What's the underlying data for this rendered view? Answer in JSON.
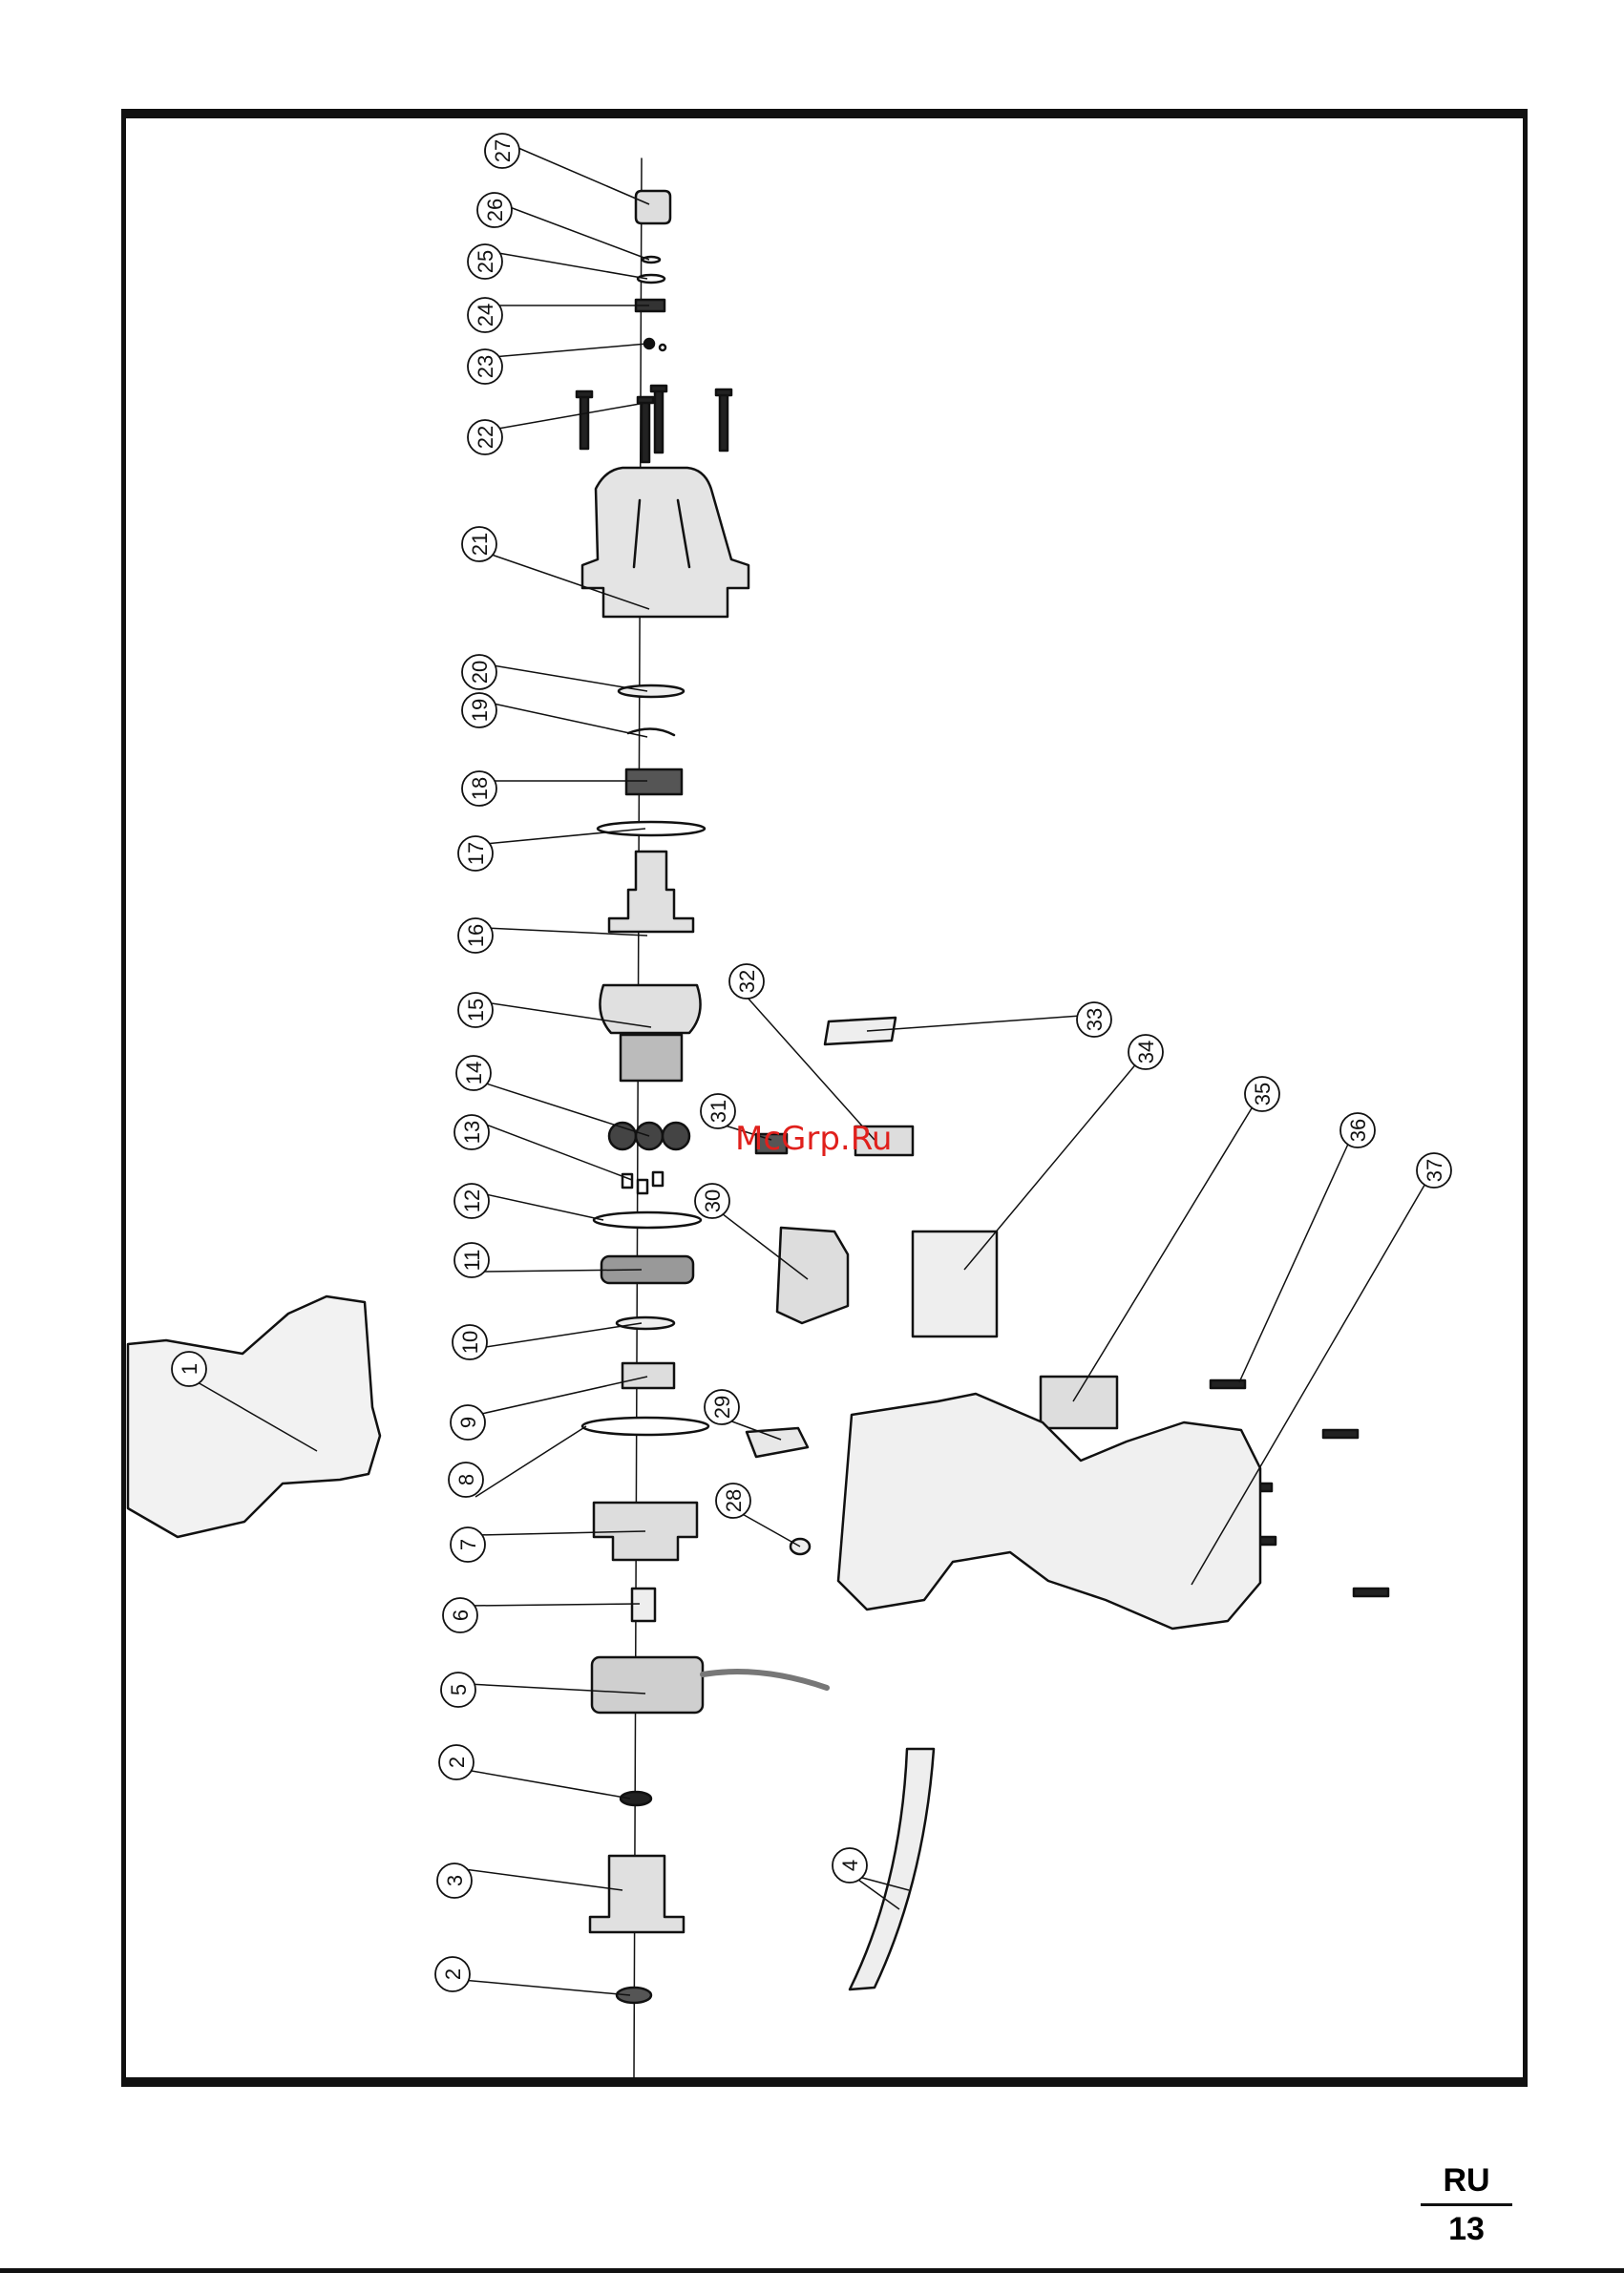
{
  "document": {
    "language_code": "RU",
    "page_number": "13",
    "watermark_text": "McGrp.Ru"
  },
  "diagram": {
    "kind": "exploded parts view",
    "line_color": "#111111",
    "watermark_color": "#e0201c",
    "callouts": [
      "1",
      "2",
      "2",
      "3",
      "4",
      "5",
      "6",
      "7",
      "8",
      "9",
      "10",
      "11",
      "12",
      "13",
      "14",
      "15",
      "16",
      "17",
      "18",
      "19",
      "20",
      "21",
      "22",
      "23",
      "24",
      "25",
      "26",
      "27",
      "28",
      "29",
      "30",
      "31",
      "32",
      "33",
      "34",
      "35",
      "36",
      "37"
    ]
  }
}
